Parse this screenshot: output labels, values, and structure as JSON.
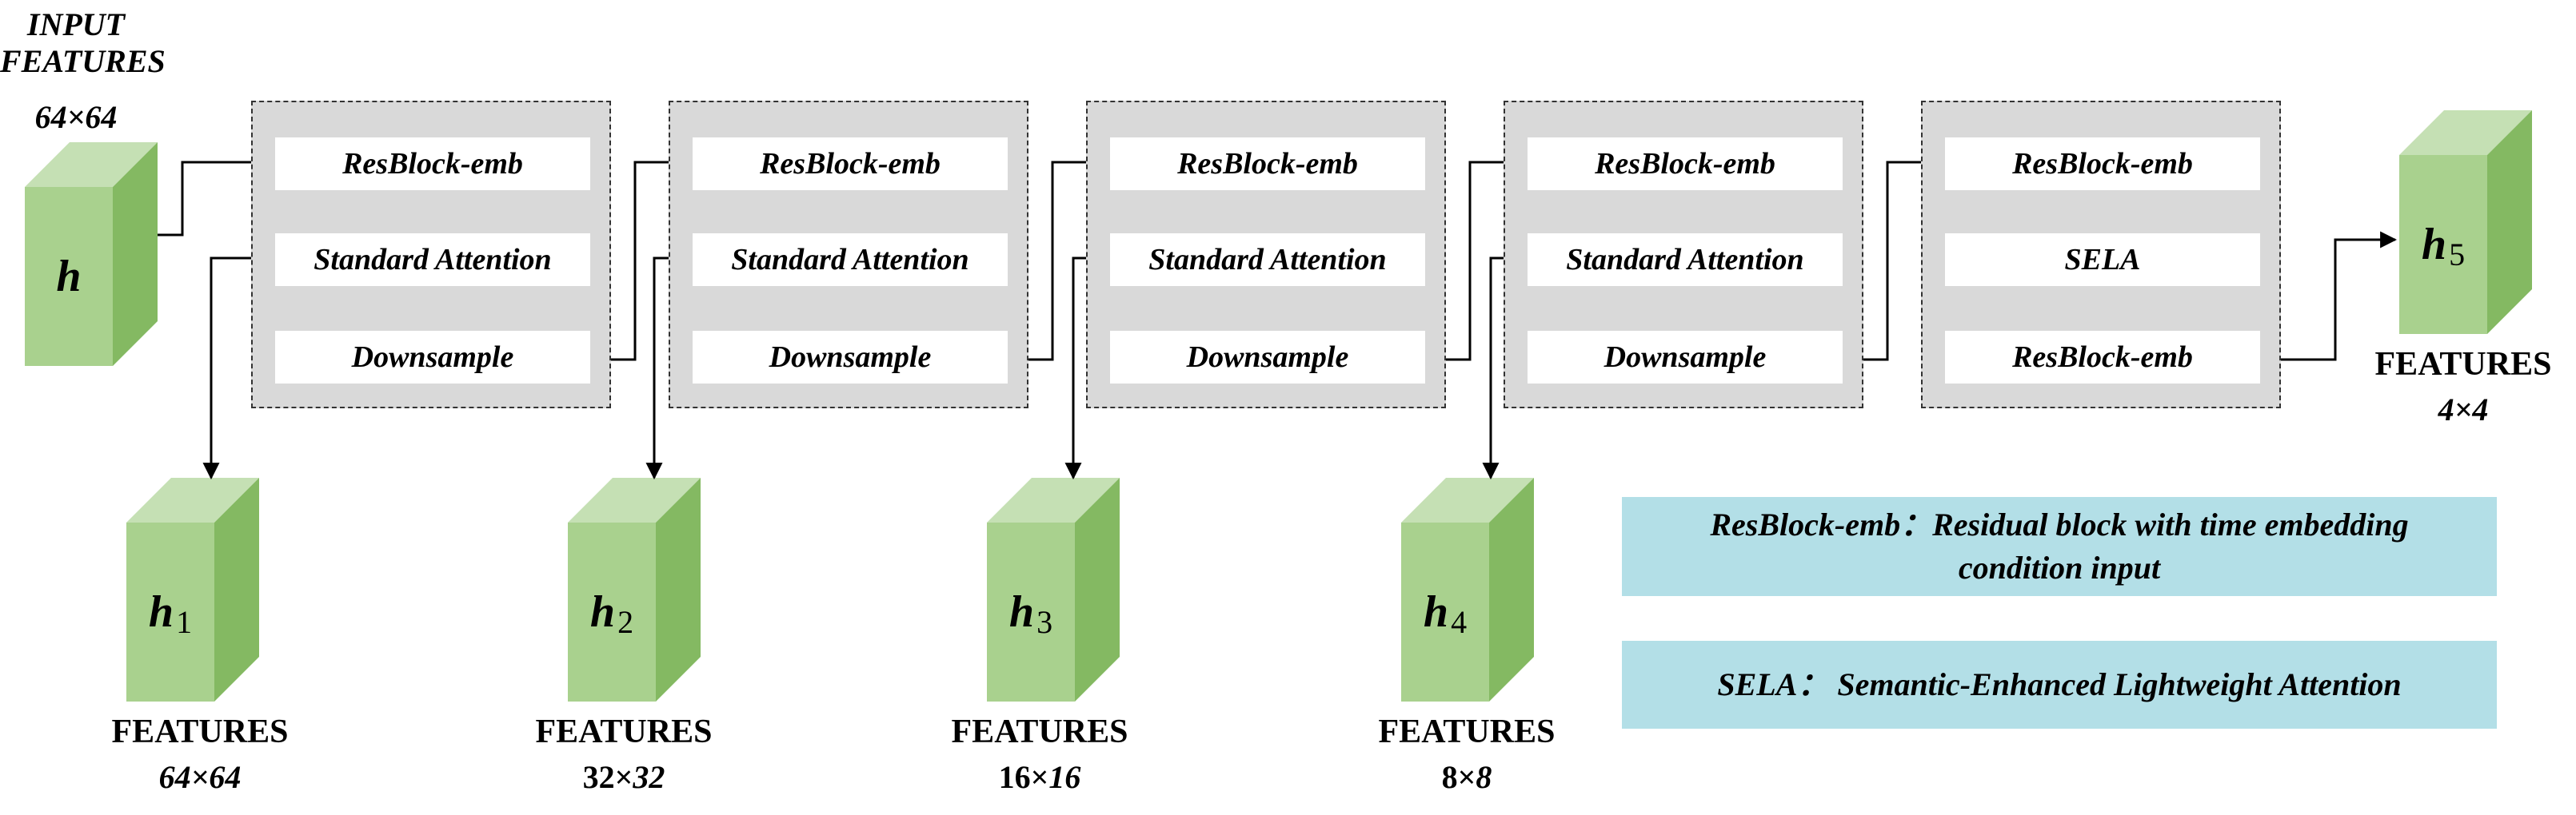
{
  "input": {
    "title": "INPUT\nFEATURES",
    "size": "64×64",
    "symbol": "h"
  },
  "stages": [
    {
      "blocks": [
        "ResBlock-emb",
        "Standard Attention",
        "Downsample"
      ]
    },
    {
      "blocks": [
        "ResBlock-emb",
        "Standard Attention",
        "Downsample"
      ]
    },
    {
      "blocks": [
        "ResBlock-emb",
        "Standard Attention",
        "Downsample"
      ]
    },
    {
      "blocks": [
        "ResBlock-emb",
        "Standard Attention",
        "Downsample"
      ]
    },
    {
      "blocks": [
        "ResBlock-emb",
        "SELA",
        "ResBlock-emb"
      ]
    }
  ],
  "features": [
    {
      "symbol": "h",
      "sub": "1",
      "title": "FEATURES",
      "dim_a": "64×64",
      "dim_b": ""
    },
    {
      "symbol": "h",
      "sub": "2",
      "title": "FEATURES",
      "dim_a": "32×",
      "dim_b": "32"
    },
    {
      "symbol": "h",
      "sub": "3",
      "title": "FEATURES",
      "dim_a": "16×",
      "dim_b": "16"
    },
    {
      "symbol": "h",
      "sub": "4",
      "title": "FEATURES",
      "dim_a": "8×",
      "dim_b": "8"
    }
  ],
  "output": {
    "symbol": "h",
    "sub": "5",
    "title": "FEATURES",
    "dim": "4×4"
  },
  "legend": [
    "ResBlock-emb：Residual block with time embedding condition input",
    "SELA：  Semantic-Enhanced Lightweight Attention"
  ],
  "colors": {
    "cube_front": "#a9d18e",
    "cube_top": "#c5e0b4",
    "cube_side": "#84b962",
    "stage_fill": "#d9d9d9",
    "legend_fill": "#b3dfe7"
  }
}
